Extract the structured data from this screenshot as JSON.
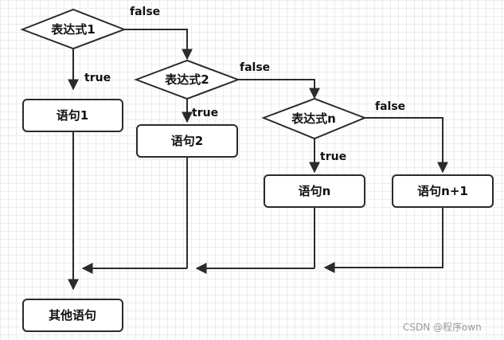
{
  "nodes": {
    "cond1": "表达式1",
    "cond2": "表达式2",
    "condn": "表达式n",
    "stmt1": "语句1",
    "stmt2": "语句2",
    "stmtn": "语句n",
    "stmtn1": "语句n+1",
    "other": "其他语句"
  },
  "edges": {
    "false1": "false",
    "false2": "false",
    "falsen": "false",
    "true1": "true",
    "true2": "true",
    "truen": "true"
  },
  "watermark": "CSDN @程序own"
}
